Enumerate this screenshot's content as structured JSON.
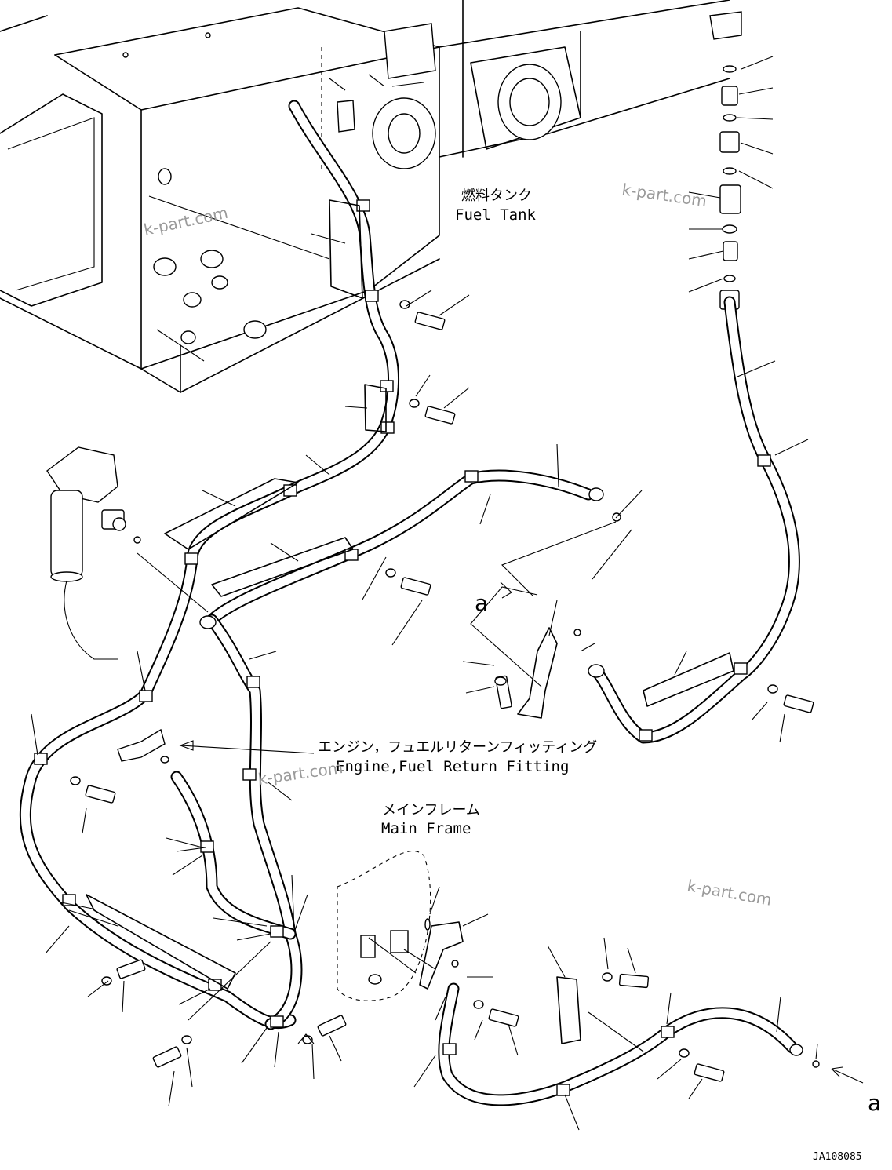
{
  "labels": {
    "fuel_tank_jp": "燃料タンク",
    "fuel_tank_en": "Fuel Tank",
    "return_fitting_jp": "エンジン，フュエルリターンフィッティング",
    "return_fitting_en": "Engine,Fuel Return Fitting",
    "main_frame_jp": "メインフレーム",
    "main_frame_en": "Main Frame"
  },
  "view_refs": {
    "upper": "a",
    "lower": "a"
  },
  "watermarks": [
    "k-part.com",
    "k-part.com",
    "k-part.com",
    "k-part.com"
  ],
  "drawing_code": "JA108085"
}
